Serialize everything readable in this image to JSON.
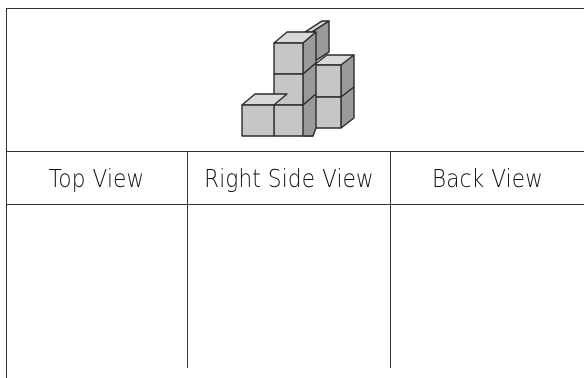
{
  "worksheet": {
    "figure": {
      "shape": "isometric-cube-stack",
      "cube_count": 6,
      "cube_fill": "#c6c6c6",
      "cube_stroke": "#2b2b2b"
    },
    "columns": [
      {
        "header": "Top View"
      },
      {
        "header": "Right Side View"
      },
      {
        "header": "Back View"
      }
    ]
  }
}
